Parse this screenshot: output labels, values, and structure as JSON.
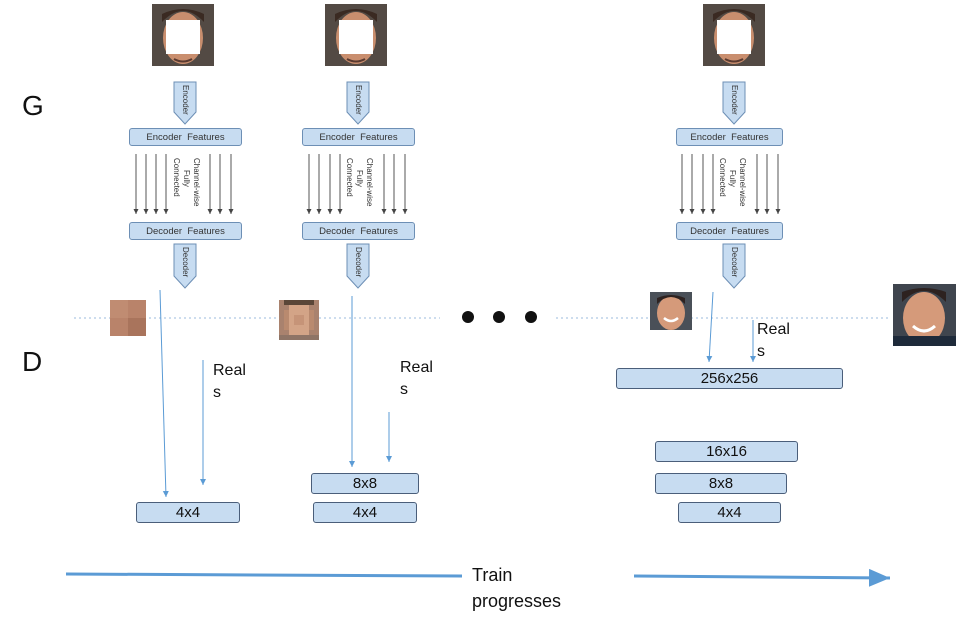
{
  "labels": {
    "generator": "G",
    "discriminator": "D",
    "reals": [
      "Real",
      "s"
    ],
    "train_line1": "Train",
    "train_line2": "progresses"
  },
  "columns": [
    {
      "encoder": "Encoder",
      "encoder_features": "Encoder  Features",
      "channel_fc": [
        "Channel-wise",
        "Fully",
        "Connected"
      ],
      "decoder_features": "Decoder  Features",
      "decoder": "Decoder",
      "resolutions": [
        "4x4"
      ]
    },
    {
      "encoder": "Encoder",
      "encoder_features": "Encoder  Features",
      "channel_fc": [
        "Channel-wise",
        "Fully",
        "Connected"
      ],
      "decoder_features": "Decoder  Features",
      "decoder": "Decoder",
      "resolutions": [
        "8x8",
        "4x4"
      ]
    },
    {
      "encoder": "Encoder",
      "encoder_features": "Encoder  Features",
      "channel_fc": [
        "Channel-wise",
        "Fully",
        "Connected"
      ],
      "decoder_features": "Decoder  Features",
      "decoder": "Decoder",
      "resolutions": [
        "256x256",
        "16x16",
        "8x8",
        "4x4"
      ]
    }
  ],
  "colors": {
    "box_fill": "#c7dcf1",
    "arrow_blue": "#5b9bd5",
    "skin": "#c98e6e"
  },
  "icons": [
    "masked-face-icon",
    "pixelated-face-icon",
    "real-face-icon",
    "ellipsis-icon"
  ]
}
